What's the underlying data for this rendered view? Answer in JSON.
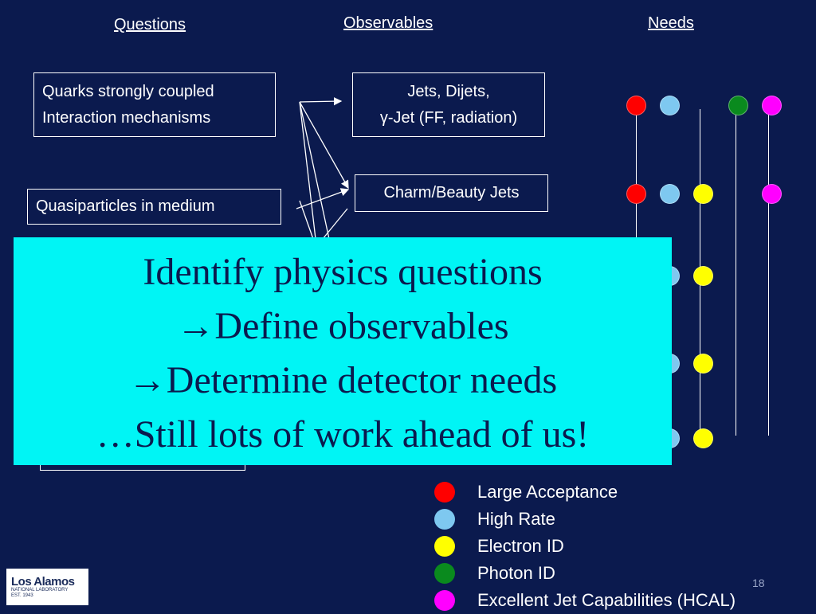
{
  "headers": {
    "questions": "Questions",
    "observables": "Observables",
    "needs": "Needs"
  },
  "question_boxes": [
    {
      "line1": "Quarks strongly coupled",
      "line2": "Interaction mechanisms"
    },
    {
      "line1": "Quasiparticles in medium"
    }
  ],
  "observable_boxes": [
    {
      "line1": "Jets, Dijets,",
      "line2": "γ-Jet (FF, radiation)"
    },
    {
      "line1": "Charm/Beauty Jets"
    }
  ],
  "overlay": {
    "line1": "Identify physics questions",
    "line2": "Define observables",
    "line3": "Determine detector needs",
    "line4": "…Still lots of work ahead of us!",
    "arrow_symbol": "→"
  },
  "legend": [
    {
      "label": "Large Acceptance",
      "color": "#ff0000"
    },
    {
      "label": "High Rate",
      "color": "#7ec8f0"
    },
    {
      "label": "Electron ID",
      "color": "#ffff00"
    },
    {
      "label": "Photon ID",
      "color": "#0a8a1e"
    },
    {
      "label": "Excellent Jet Capabilities (HCAL)",
      "color": "#ff00ff"
    }
  ],
  "colors": {
    "background": "#0b1a4e",
    "overlay": "#00f5f5",
    "red": "#ff0000",
    "lightblue": "#7ec8f0",
    "yellow": "#ffff00",
    "green": "#0a8a1e",
    "magenta": "#ff00ff"
  },
  "page_number": "18",
  "logo": {
    "name": "Los Alamos",
    "sub": "NATIONAL LABORATORY",
    "est": "EST. 1943"
  }
}
